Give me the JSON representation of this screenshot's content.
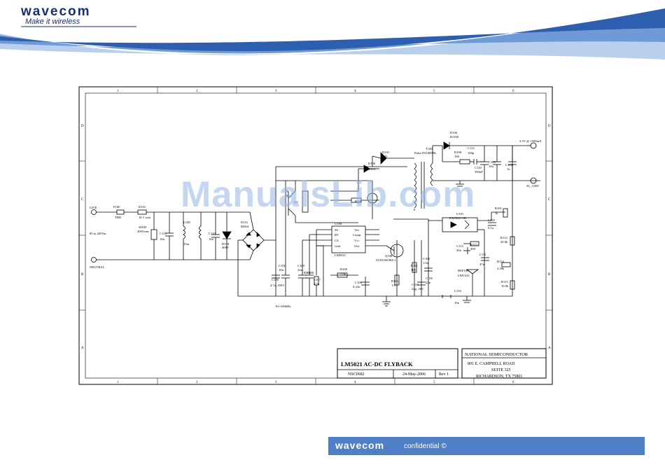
{
  "header": {
    "logo": "wavecom",
    "tagline": "Make it wireless",
    "wave_colors": [
      "#2d5fae",
      "#6e9bd6",
      "#b9cfee"
    ]
  },
  "watermark": "ManualsLib.com",
  "schematic": {
    "ruler_numbers": [
      "1",
      "2",
      "3",
      "4",
      "5",
      "6"
    ],
    "ruler_letters": [
      "D",
      "C",
      "B",
      "A"
    ],
    "labels": {
      "live": "LIVE",
      "neutral": "NEUTRAL",
      "vac": "85 to 265Vac",
      "f100": "F100",
      "f100_val": "TBD",
      "r110": "R110",
      "r110_val": "10 1 watt",
      "m100": "M100",
      "m100_val": "300Vrms",
      "c114": "C114",
      "c114_val": "10n",
      "l100": "L100",
      "l100_val": "15m",
      "c115": "C115",
      "c115_val": "10n",
      "d121": "D121",
      "d121_val": "RD04",
      "d120": "D120",
      "d120_val": "400V",
      "c101": "C101",
      "c101_val": "10n",
      "c100": "C100",
      "c100_val": "4.7u, 450V",
      "c109": "C109",
      "c109_val": "22n",
      "c108": "C108",
      "c107": "C107",
      "c107_val": "4.7u",
      "r106": "R106",
      "r109": "R109",
      "r109_val": "2.0k",
      "c106": "C106",
      "c106_val": "0.22u",
      "u100": "U100",
      "u100_name": "LM5021",
      "u100_pins_left": [
        "SS",
        "RT",
        "CS",
        "Gnd"
      ],
      "u100_pins_right": [
        "Vin",
        "Comp",
        "Vcc",
        "Out"
      ],
      "q100": "Q100",
      "q100_val": "STD1NK90Z-1",
      "r111": "R111",
      "r111_val": "100",
      "c102": "C102",
      "c102_val": "1.0u",
      "r116": "R116",
      "r116_val": "1.8",
      "c103": "C103",
      "c103_val": "22p, 1kV",
      "c105": "C105",
      "c105_val": "22n",
      "r120": "R120",
      "d101": "D101",
      "d101_val": "20V",
      "d100": "D100",
      "d100_val": "US1J",
      "t100": "T100",
      "t100_val": "Pulse PA1800NL",
      "d104": "D104",
      "d104_val": "B1100",
      "r108": "R108",
      "r108_val": "100",
      "c112": "C112",
      "c112_val": "100p",
      "c110": "C110",
      "c110_val": "390uF",
      "c103b": "C103",
      "c103b_val": "10u",
      "c104": "C104",
      "c104_val": "1u",
      "out_v": "4.5V @ 1500mA",
      "out_gnd": "SL_GND",
      "u101": "U101",
      "u101_val": "PS2501L-1B",
      "r101": "R101",
      "r101_val": "1k",
      "c118": "C118",
      "c118_val": "0.1u",
      "r112": "R112",
      "r112_val": "20.0k",
      "r113": "R113",
      "r113_val": "499",
      "c113": "C113",
      "c113_val": "20n",
      "c111": "C111",
      "c111_val": "47n",
      "r114": "R114",
      "r114_val": "3.30k",
      "ref100": "REF100",
      "ref100_val": "LMV431",
      "r115": "R115",
      "r115_val": "10.0k",
      "c116": "C116",
      "c116_val": "10n",
      "q2": "Q2",
      "n1": "N",
      "n2": "B",
      "fs": "Fs=100kHz"
    },
    "title_block": {
      "company": "NATIONAL SEMICONDUCTOR",
      "address1": "801 E. CAMPBELL ROAD",
      "address2": "SUITE 325",
      "address3": "RICHARDSON, TX 75801",
      "title": "LM5021 AC-DC FLYBACK",
      "doc_no": "NSC0682",
      "date": "24-May-2006",
      "rev": "Rev 1"
    }
  },
  "footer": {
    "logo": "wavecom",
    "confidential": "confidential ©",
    "bar_color": "#4f7fc6"
  }
}
